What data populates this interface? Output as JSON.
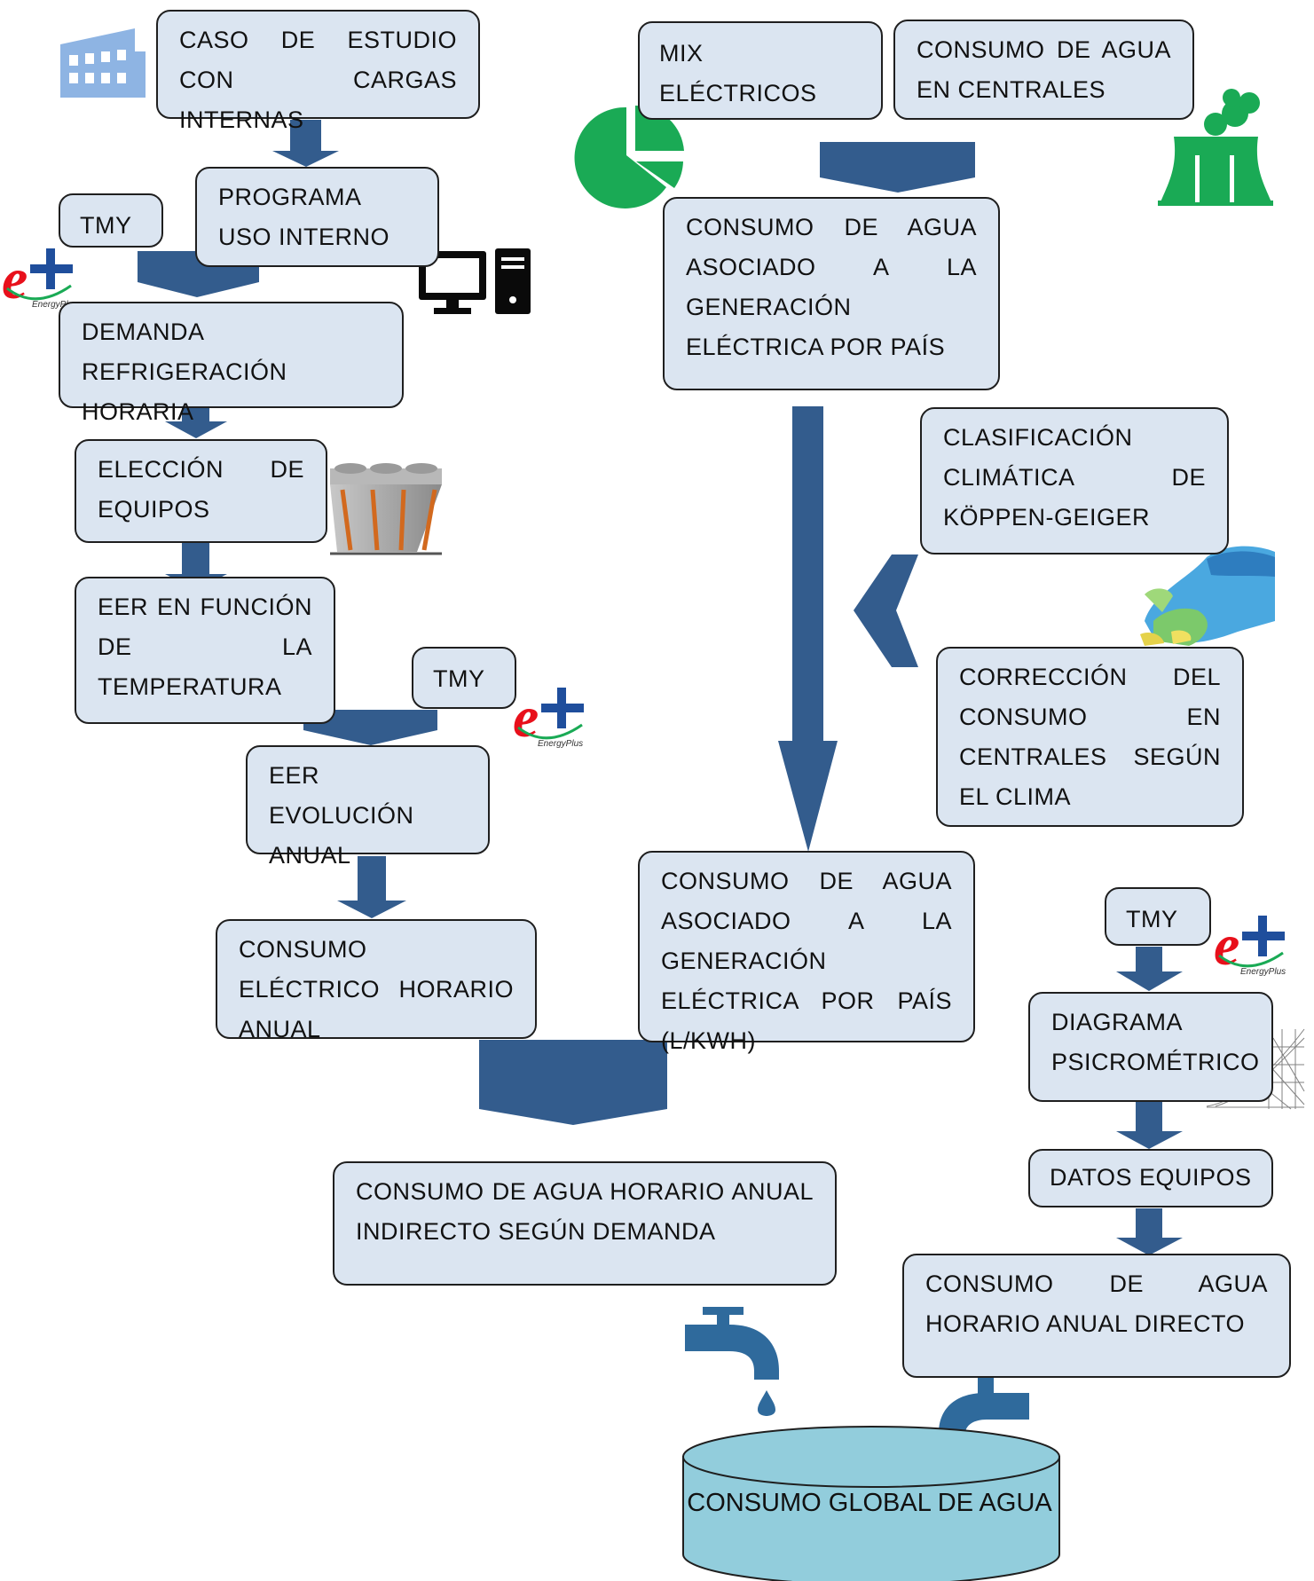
{
  "diagram": {
    "colors": {
      "box_fill": "#dbe5f1",
      "box_border": "#1f1f1f",
      "arrow": "#335c8d",
      "icon_green": "#1aaa55",
      "building_blue": "#8eb4e3",
      "cylinder_fill": "#92cddc",
      "eplus_red": "#e8101b",
      "eplus_blue": "#1f4e9c"
    },
    "boxes": {
      "caso_estudio": "CASO DE ESTUDIO CON CARGAS INTERNAS",
      "programa_uso": "PROGRAMA USO INTERNO",
      "tmy_1": "TMY",
      "demanda": "DEMANDA REFRIGERACIÓN HORARIA",
      "eleccion_equipos": "ELECCIÓN DE EQUIPOS",
      "eer_funcion": "EER EN FUNCIÓN DE LA TEMPERATURA",
      "tmy_2": "TMY",
      "eer_evolucion": "EER EVOLUCIÓN ANUAL",
      "consumo_electrico": "CONSUMO ELÉCTRICO HORARIO ANUAL",
      "mix_electricos": "MIX ELÉCTRICOS",
      "consumo_centrales": "CONSUMO DE AGUA EN CENTRALES",
      "consumo_generacion": "CONSUMO DE AGUA ASOCIADO A LA GENERACIÓN ELÉCTRICA POR PAÍS",
      "clasificacion": "CLASIFICACIÓN CLIMÁTICA DE KÖPPEN-GEIGER",
      "correccion": "CORRECCIÓN DEL CONSUMO EN CENTRALES SEGÚN EL CLIMA",
      "consumo_generacion_lkwh": "CONSUMO DE AGUA ASOCIADO A LA GENERACIÓN ELÉCTRICA POR PAÍS (L/KWH)",
      "tmy_3": "TMY",
      "diagrama_psicro": "DIAGRAMA PSICROMÉTRICO",
      "datos_equipos": "DATOS EQUIPOS",
      "consumo_directo": "CONSUMO DE AGUA HORARIO ANUAL DIRECTO",
      "consumo_indirecto": "CONSUMO DE AGUA HORARIO ANUAL INDIRECTO SEGÚN DEMANDA",
      "consumo_global": "CONSUMO GLOBAL DE AGUA"
    },
    "logo_text": {
      "eplus_tag": "EnergyPlus"
    },
    "icons": [
      "building-icon",
      "computer-icon",
      "energyplus-logo",
      "pie-chart-icon",
      "power-plant-icon",
      "condenser-unit-image",
      "europe-map-image",
      "psychrometric-chart-image",
      "water-tap-icon"
    ]
  }
}
